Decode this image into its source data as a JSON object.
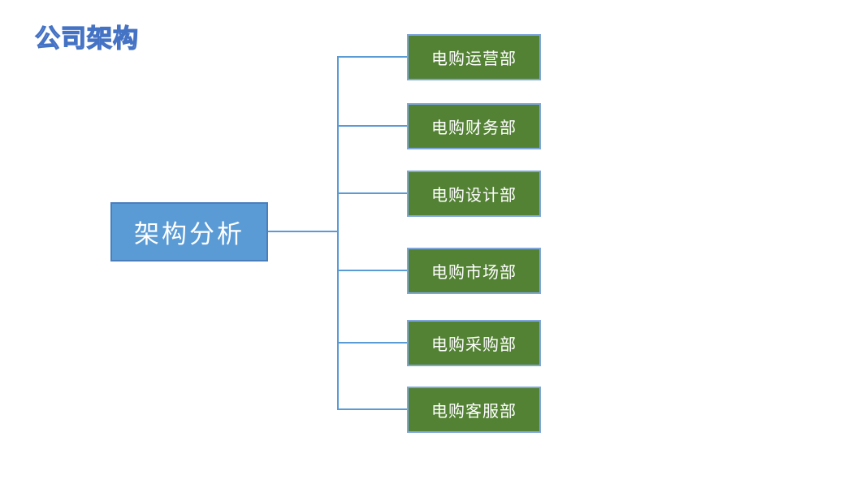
{
  "slide": {
    "title": "公司架构",
    "root": {
      "label": "架构分析"
    },
    "departments": [
      {
        "label": "电购运营部"
      },
      {
        "label": "电购财务部"
      },
      {
        "label": "电购设计部"
      },
      {
        "label": "电购市场部"
      },
      {
        "label": "电购采购部"
      },
      {
        "label": "电购客服部"
      }
    ],
    "colors": {
      "title_fill": "#c9d8f2",
      "title_stroke": "#4472c4",
      "root_fill": "#5b9bd5",
      "root_border": "#4a7ebb",
      "node_fill": "#548235",
      "node_border": "#7ea6dc",
      "connector": "#5b9bd5"
    }
  }
}
